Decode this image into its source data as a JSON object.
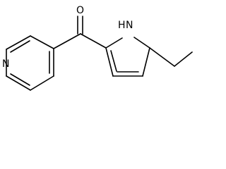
{
  "structure": {
    "atom_labels": {
      "oxygen": "O",
      "pyrrole_nh": "H",
      "pyrrole_n": "N",
      "pyridine_n": "N"
    },
    "colors": {
      "bond": "#000000",
      "label": "#000000",
      "background": "#ffffff"
    }
  }
}
